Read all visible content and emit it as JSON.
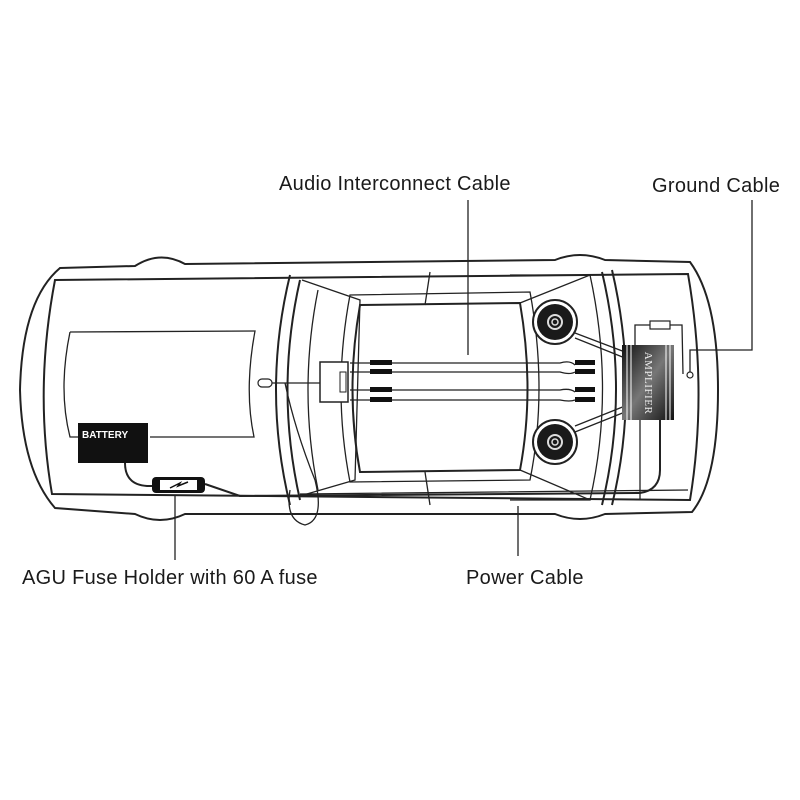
{
  "labels": {
    "audio_cable": "Audio Interconnect Cable",
    "ground_cable": "Ground Cable",
    "fuse_holder": "AGU Fuse Holder with 60 A fuse",
    "power_cable": "Power Cable"
  },
  "components": {
    "battery": "BATTERY",
    "amplifier": "AMPLIFIER"
  }
}
